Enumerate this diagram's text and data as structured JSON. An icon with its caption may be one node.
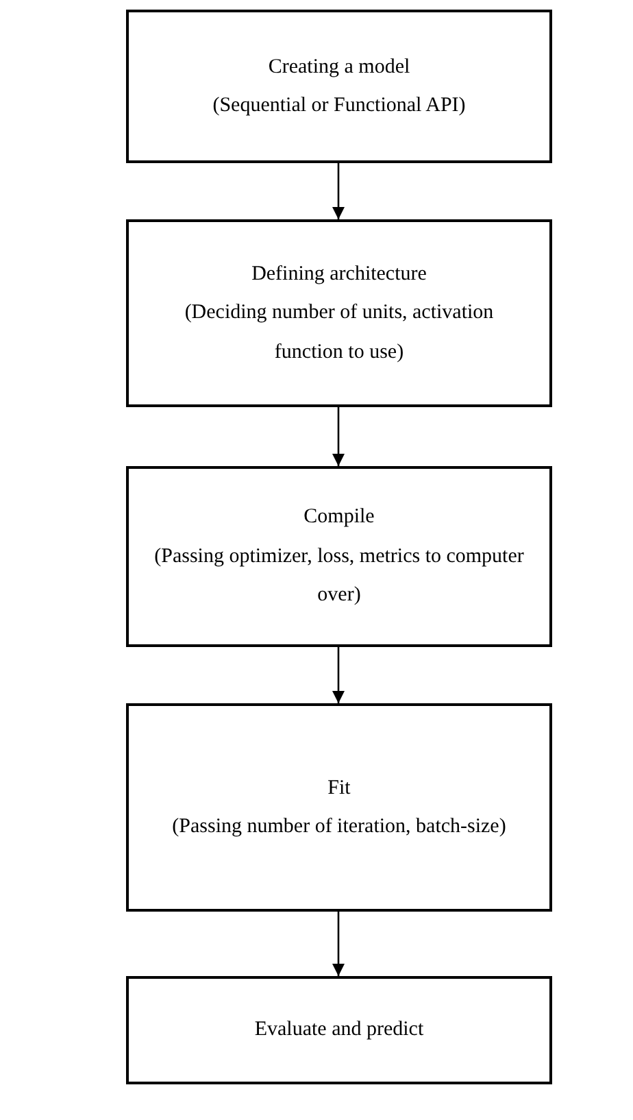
{
  "diagram": {
    "nodes": [
      {
        "text": [
          "Creating a model",
          "(Sequential or Functional API)"
        ]
      },
      {
        "text": [
          "Defining architecture",
          "(Deciding number of units, activation function to use)"
        ]
      },
      {
        "text": [
          "Compile",
          "(Passing optimizer, loss, metrics to computer over)"
        ]
      },
      {
        "text": [
          "Fit",
          "(Passing number of iteration, batch-size)"
        ]
      },
      {
        "text": [
          "Evaluate and predict"
        ]
      }
    ],
    "edges": [
      {
        "from": 0,
        "to": 1,
        "arrow": "to"
      },
      {
        "from": 1,
        "to": 2,
        "arrow": "to"
      },
      {
        "from": 2,
        "to": 3,
        "arrow": "to"
      },
      {
        "from": 3,
        "to": 4,
        "arrow": "to"
      }
    ]
  }
}
